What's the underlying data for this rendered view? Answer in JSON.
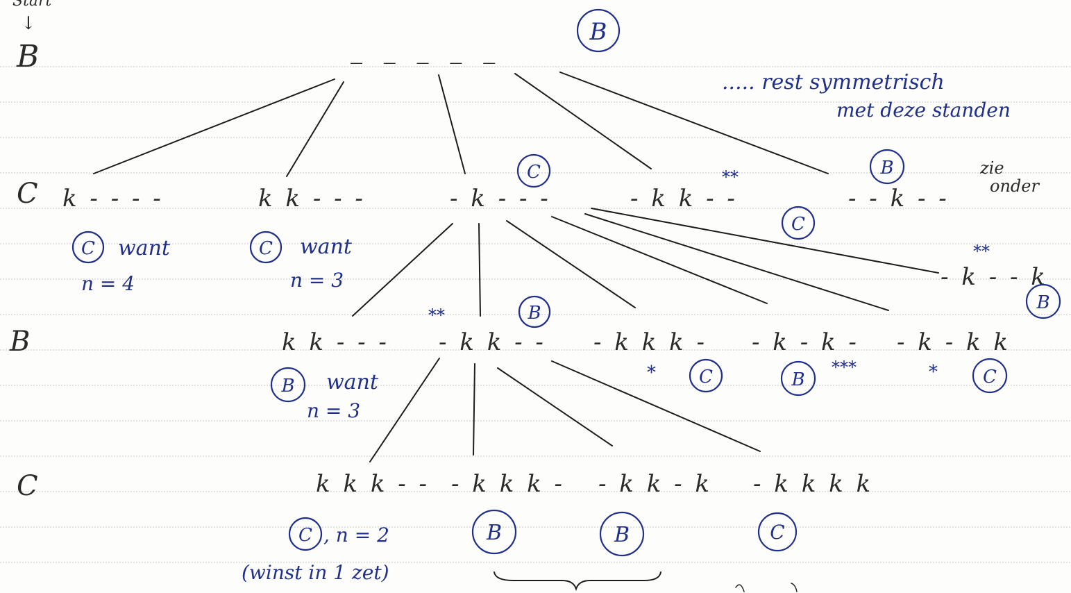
{
  "header": {
    "start_label": "Start",
    "arrow": "↓",
    "first_player": "B"
  },
  "levels": {
    "l1": "C",
    "l2": "B",
    "l3": "C"
  },
  "root": {
    "state": "_ _ _ _ _",
    "result": "B"
  },
  "notes": {
    "symmetric_line1": "..... rest symmetrisch",
    "symmetric_line2": "met deze standen",
    "see_below_1": "zie",
    "see_below_2": "onder",
    "bottom_caption": "(winst in 1 zet)"
  },
  "level1_nodes": [
    {
      "state": "k - - - -",
      "result": "C",
      "note1": "want",
      "note2": "n = 4"
    },
    {
      "state": "k k - - -",
      "result": "C",
      "note1": "want",
      "note2": "n = 3"
    },
    {
      "state": "- k - - -",
      "result": "C"
    },
    {
      "state": "- k k - -",
      "result": "C",
      "mark": "**"
    },
    {
      "state": "- - k - -",
      "result": "B"
    }
  ],
  "level2_nodes": [
    {
      "state": "k k - - -",
      "result": "B",
      "note1": "want",
      "note2": "n = 3"
    },
    {
      "state": "- k k - -",
      "result": "B",
      "mark": "**"
    },
    {
      "state": "- k k k -",
      "result": "C",
      "mark": "*"
    },
    {
      "state": "- k - k -",
      "result": "B",
      "mark": "***"
    },
    {
      "state": "- k - k k",
      "result": "C",
      "mark": "*"
    },
    {
      "state": "- k - - k",
      "result": "B",
      "mark": "**"
    }
  ],
  "level3_nodes": [
    {
      "state": "k k k - -",
      "result": "C",
      "note1": ", n = 2"
    },
    {
      "state": "- k k k -",
      "result": "B"
    },
    {
      "state": "- k k - k",
      "result": "B"
    },
    {
      "state": "- k k k k",
      "result": "C"
    }
  ],
  "colors": {
    "ink": "#2a2a2a",
    "blue_ink": "#1f2f8a",
    "paper": "#fdfdfb",
    "ruling": "#c8c8c8"
  }
}
